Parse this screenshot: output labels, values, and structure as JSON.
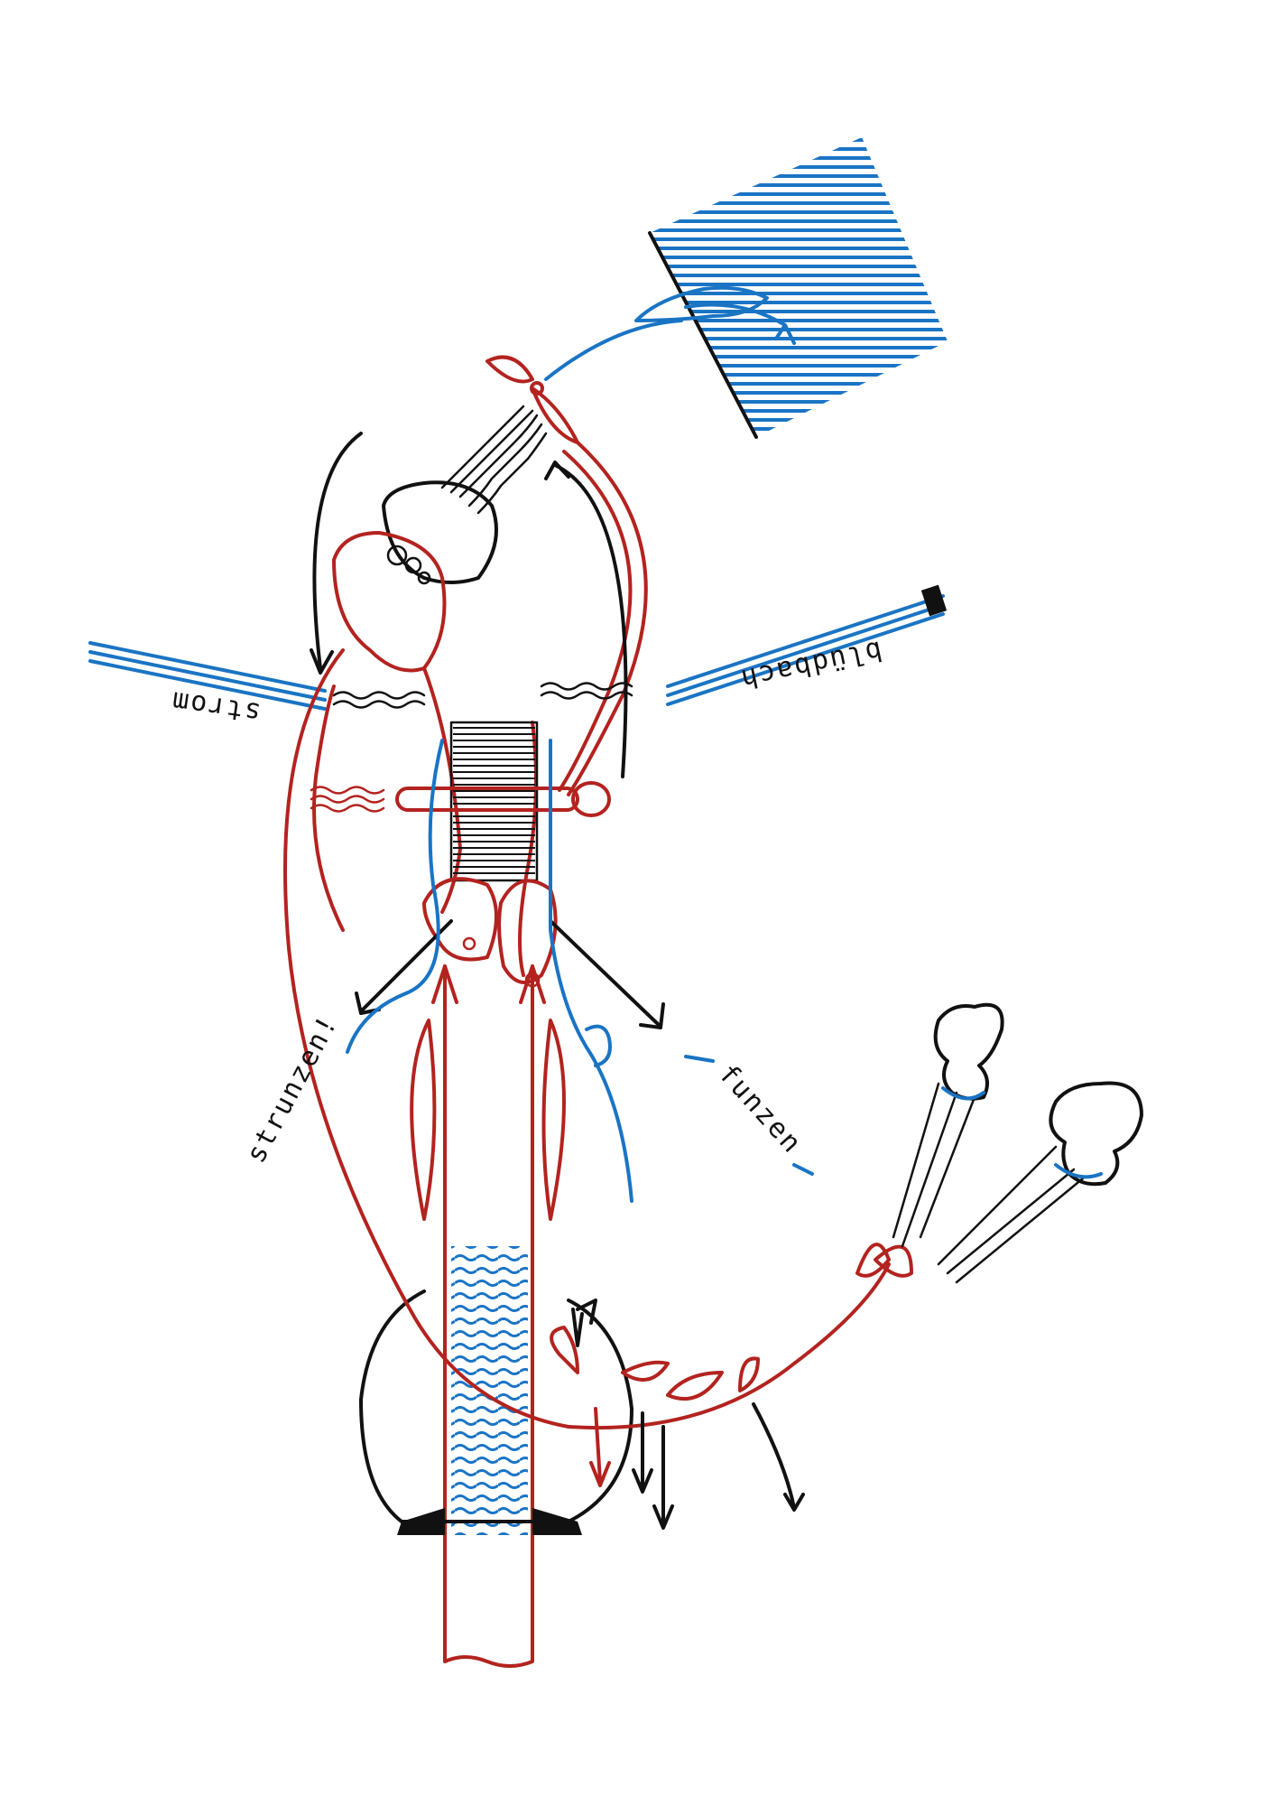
{
  "labels": {
    "strom": "strom",
    "bluebach": "blüdbach",
    "strunzen": "strunzen!",
    "funzen": "funzen"
  },
  "colors": {
    "red": "#b3231f",
    "blue": "#1a74c4",
    "black": "#111111",
    "background": "#ffffff"
  }
}
